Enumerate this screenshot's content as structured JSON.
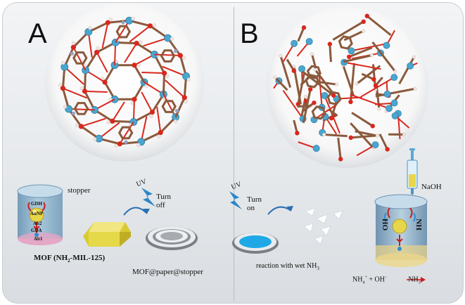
{
  "panel_a": {
    "letter": "A",
    "labels": {
      "stopper": "stopper",
      "uv": "UV",
      "turn_off": "Turn\noff",
      "mof": "MOF (NH",
      "mof_sub": "2",
      "mof_tail": "-MIL-125)",
      "mof_paper": "MOF@paper@stopper",
      "gdh": "GDH",
      "aunp": "AuNP",
      "ab2": "Ab2",
      "gda": "GDA",
      "ab1": "Ab1"
    }
  },
  "panel_b": {
    "letter": "B",
    "labels": {
      "uv": "UV",
      "turn_on": "Turn\non",
      "reaction": "reaction with wet NH",
      "reaction_sub": "3",
      "naoh": "NaOH",
      "oh_left": "OH",
      "nh_right": "NH",
      "eq_left": "NH",
      "eq_left_sub": "4",
      "eq_left_sup": "+",
      "eq_mid": " + OH",
      "eq_mid_sup": "−",
      "eq_right": "NH",
      "eq_right_sub": "3"
    }
  },
  "colors": {
    "carbon": "#8a5a3c",
    "oxygen": "#d8281e",
    "titanium": "#4aa6cf",
    "nitrogen": "#9aa0c8",
    "hydrogen": "#f1e6e3",
    "beaker": "#8fb6cf",
    "mof_block": "#e5d94a",
    "uv": "#2a86c8",
    "reaction_arrow": "#d21a1a",
    "cyan_spot": "#22b6ec"
  }
}
